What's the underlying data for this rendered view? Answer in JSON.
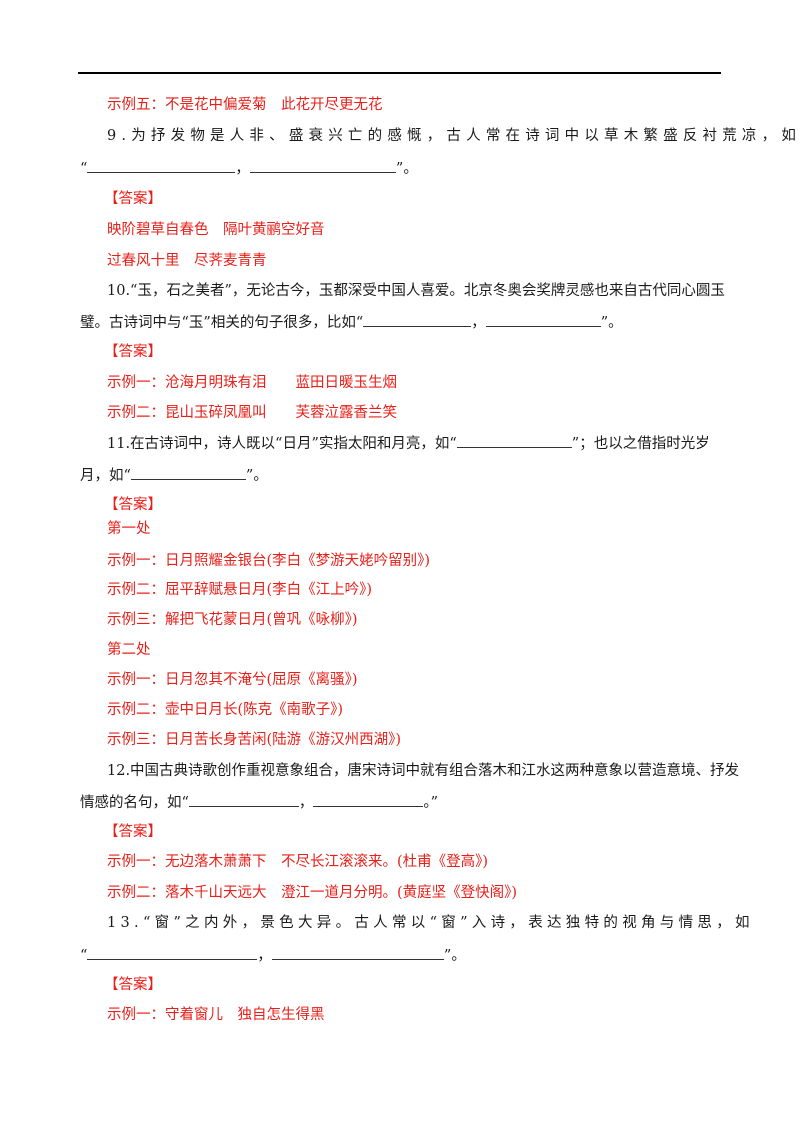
{
  "q8_tail": "示例五：不是花中偏爱菊　此花开尽更无花",
  "q9": {
    "text": "9.为抒发物是人非、盛衰兴亡的感慨，古人常在诗词中以草木繁盛反衬荒凉，如",
    "open": "“",
    "sep": "，",
    "close": "”。",
    "answer_tag": "【答案】",
    "answers": [
      "映阶碧草自春色　隔叶黄鹂空好音",
      "过春风十里　尽荠麦青青"
    ]
  },
  "q10": {
    "text": "10.“玉，石之美者”，无论古今，玉都深受中国人喜爱。北京冬奥会奖牌灵感也来自古代同心圆玉",
    "text2_pre": "璧。古诗词中与“玉”相关的句子很多，比如“",
    "sep": "，",
    "close": "”。",
    "answer_tag": "【答案】",
    "answers": [
      "示例一：沧海月明珠有泪　　蓝田日暖玉生烟",
      "示例二：昆山玉碎凤凰叫　　芙蓉泣露香兰笑"
    ]
  },
  "q11": {
    "text_pre": "11.在古诗词中，诗人既以“日月”实指太阳和月亮，如“",
    "text_mid": "”；也以之借指时光岁",
    "text2_pre": "月，如“",
    "close": "”。",
    "answer_tag": "【答案】",
    "section1": "第一处",
    "answers1": [
      "示例一：日月照耀金银台(李白《梦游天姥吟留别》)",
      "示例二：屈平辞赋悬日月(李白《江上吟》)",
      "示例三：解把飞花蒙日月(曾巩《咏柳》)"
    ],
    "section2": "第二处",
    "answers2": [
      "示例一：日月忽其不淹兮(屈原《离骚》)",
      "示例二：壶中日月长(陈克《南歌子》)",
      "示例三：日月苦长身苦闲(陆游《游汉州西湖》)"
    ]
  },
  "q12": {
    "text": "12.中国古典诗歌创作重视意象组合，唐宋诗词中就有组合落木和江水这两种意象以营造意境、抒发",
    "text2_pre": "情感的名句，如“",
    "sep": "，",
    "close": "。”",
    "answer_tag": "【答案】",
    "answers": [
      "示例一：无边落木萧萧下　不尽长江滚滚来。(杜甫《登高》)",
      "示例二：落木千山天远大　澄江一道月分明。(黄庭坚《登快阁》)"
    ]
  },
  "q13": {
    "text": "13.“窗”之内外，景色大异。古人常以“窗”入诗，表达独特的视角与情思，如",
    "open": "“",
    "sep": "，",
    "close": "”。",
    "answer_tag": "【答案】",
    "answers": [
      "示例一：守着窗儿　独自怎生得黑"
    ]
  }
}
